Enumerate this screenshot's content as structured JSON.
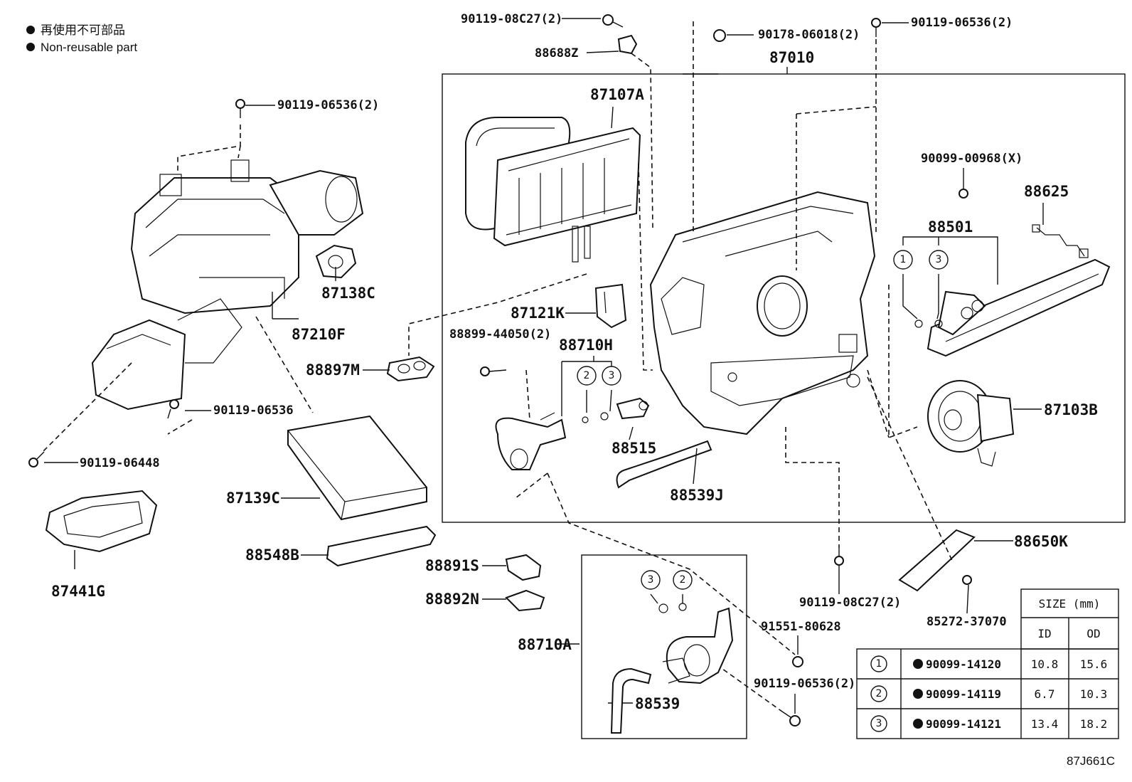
{
  "legend": {
    "bullet": "●",
    "line_jp": "再使用不可部品",
    "line_en": "Non-reusable part"
  },
  "labels": {
    "p_90119_08C27_top": "90119-08C27(2)",
    "p_88688Z": "88688Z",
    "p_90178_06018": "90178-06018(2)",
    "p_90119_06536_topright": "90119-06536(2)",
    "p_87010": "87010",
    "p_87107A": "87107A",
    "p_90119_06536_left": "90119-06536(2)",
    "p_90099_00968": "90099-00968(X)",
    "p_88625": "88625",
    "p_88501": "88501",
    "p_87138C": "87138C",
    "p_87210F": "87210F",
    "p_87121K": "87121K",
    "p_88899_44050": "88899-44050(2)",
    "p_88710H": "88710H",
    "p_88897M": "88897M",
    "p_90119_06536_mid": "90119-06536",
    "p_87103B": "87103B",
    "p_88515": "88515",
    "p_90119_06448": "90119-06448",
    "p_88539J": "88539J",
    "p_87139C": "87139C",
    "p_88650K": "88650K",
    "p_88548B": "88548B",
    "p_88891S": "88891S",
    "p_88892N": "88892N",
    "p_87441G": "87441G",
    "p_90119_08C27_bottom": "90119-08C27(2)",
    "p_85272_37070": "85272-37070",
    "p_91551_80628": "91551-80628",
    "p_88710A": "88710A",
    "p_90119_06536_bottom": "90119-06536(2)",
    "p_88539": "88539"
  },
  "callouts": {
    "c1": "1",
    "c2": "2",
    "c3": "3"
  },
  "size_table": {
    "title": "SIZE (mm)",
    "col_id": "ID",
    "col_od": "OD",
    "rows": [
      {
        "ref": "1",
        "part": "90099-14120",
        "id": "10.8",
        "od": "15.6"
      },
      {
        "ref": "2",
        "part": "90099-14119",
        "id": "6.7",
        "od": "10.3"
      },
      {
        "ref": "3",
        "part": "90099-14121",
        "id": "13.4",
        "od": "18.2"
      }
    ]
  },
  "figure_code": "87J661C"
}
